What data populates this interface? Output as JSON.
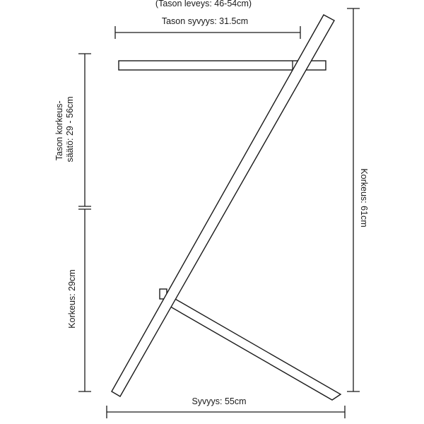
{
  "labels": {
    "width_range": "(Tason leveys: 46-54cm)",
    "top_depth": "Tason syvyys: 31.5cm",
    "height_adjust_line1": "Tason korkeus-",
    "height_adjust_line2": "säätö: 29 - 56cm",
    "low_height": "Korkeus: 29cm",
    "total_height": "Korkeus: 61cm",
    "base_depth": "Syvyys: 55cm"
  },
  "colors": {
    "stroke": "#1a1a1a",
    "background": "#ffffff"
  }
}
